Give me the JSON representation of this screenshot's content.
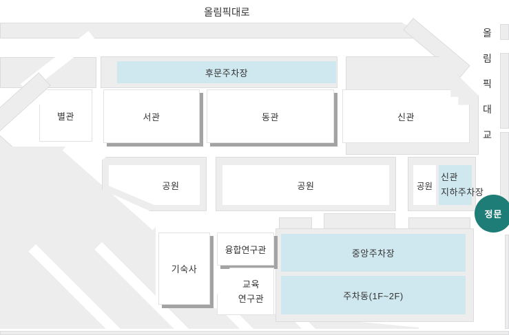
{
  "roads": {
    "top_road_label": "올림픽대로",
    "bridge_label_chars": [
      "올",
      "림",
      "픽",
      "대",
      "교"
    ]
  },
  "gates": {
    "main_gate_label": "정문"
  },
  "buildings": {
    "byeolgwan_label": "별관",
    "seogwan_label": "서관",
    "donggwan_label": "동관",
    "singwan_label": "신관",
    "gisuksa_label": "기숙사",
    "yunghap_label": "융합연구관",
    "gyoyuk_line1": "교육",
    "gyoyuk_line2": "연구관"
  },
  "parks": {
    "park_left_label": "공원",
    "park_center_label": "공원",
    "park_right_label": "공원"
  },
  "parking_areas": {
    "rear_lot_label": "후문주차장",
    "singwan_underground_line1": "신관",
    "singwan_underground_line2": "지하주차장",
    "central_lot_label": "중앙주차장",
    "parking_building_label": "주차동(1F~2F)"
  },
  "colors": {
    "parking_lot_blue": "#cfe7ee",
    "gate_teal": "#1f7d78",
    "block_gray": "#ededee",
    "building_shadow": "#a3a3a3",
    "road_white": "#ffffff",
    "label_text": "#333333"
  }
}
